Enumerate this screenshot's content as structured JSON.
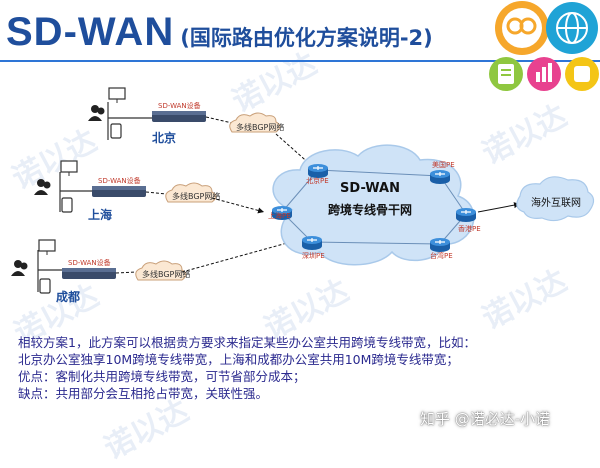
{
  "header": {
    "title": "SD-WAN",
    "subtitle": "(国际路由优化方案说明-2)"
  },
  "watermark": "诺以达",
  "diagram": {
    "sites": [
      {
        "city": "北京",
        "device": "SD-WAN设备",
        "link": "多线BGP网络"
      },
      {
        "city": "上海",
        "device": "SD-WAN设备",
        "link": "多线BGP网络"
      },
      {
        "city": "成都",
        "device": "SD-WAN设备",
        "link": "多线BGP网络"
      }
    ],
    "backbone": {
      "line1": "SD-WAN",
      "line2": "跨境专线骨干网"
    },
    "pe_nodes": [
      "北京PE",
      "上海PE",
      "深圳PE",
      "美国PE",
      "香港PE",
      "台湾PE"
    ],
    "internet": "海外互联网"
  },
  "description": {
    "lines": [
      "相较方案1，此方案可以根据贵方要求来指定某些办公室共用跨境专线带宽，比如：",
      "北京办公室独享10M跨境专线带宽，上海和成都办公室共用10M跨境专线带宽；",
      "优点：客制化共用跨境专线带宽，可节省部分成本；",
      "缺点：共用部分会互相抢占带宽，关联性强。"
    ]
  },
  "credit": "知乎 @诺必达-小诺",
  "colors": {
    "title": "#1f4e9c",
    "city_label": "#1f4e9c",
    "device_label": "#c0392b",
    "pe_label": "#c0392b",
    "description": "#2b2a8f",
    "cloud_fill": "#cfe3f7",
    "bgp_cloud_fill": "#fbe8d3",
    "router": "#2a78c8"
  },
  "icons": [
    "user-group-icon",
    "desktop-icon",
    "tablet-icon",
    "router-device-icon",
    "pe-router-icon",
    "cloud-icon",
    "arrow-icon",
    "link-rings-icon",
    "globe-icon"
  ]
}
